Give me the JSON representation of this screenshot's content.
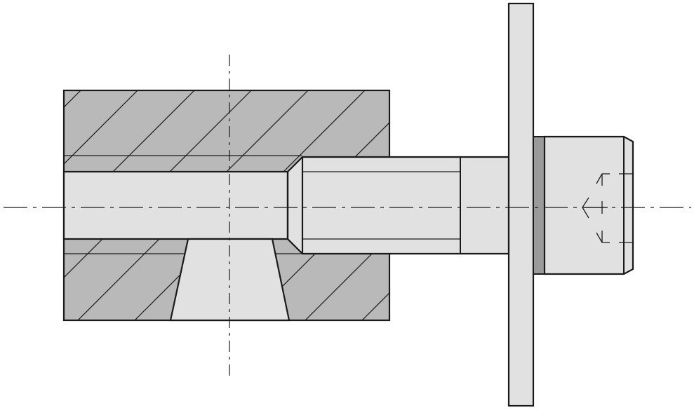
{
  "drawing": {
    "colors": {
      "section_hatch_fill": "#b9b9b9",
      "part_fill": "#e1e1e1",
      "washer_fill": "#9a9a9a",
      "line": "#1a1a1a"
    },
    "parts": [
      "hatched-block",
      "bore",
      "tapered-hole",
      "threaded-shaft",
      "plate",
      "washer",
      "screw-head",
      "direction-arrow-symbol",
      "centerlines"
    ]
  }
}
